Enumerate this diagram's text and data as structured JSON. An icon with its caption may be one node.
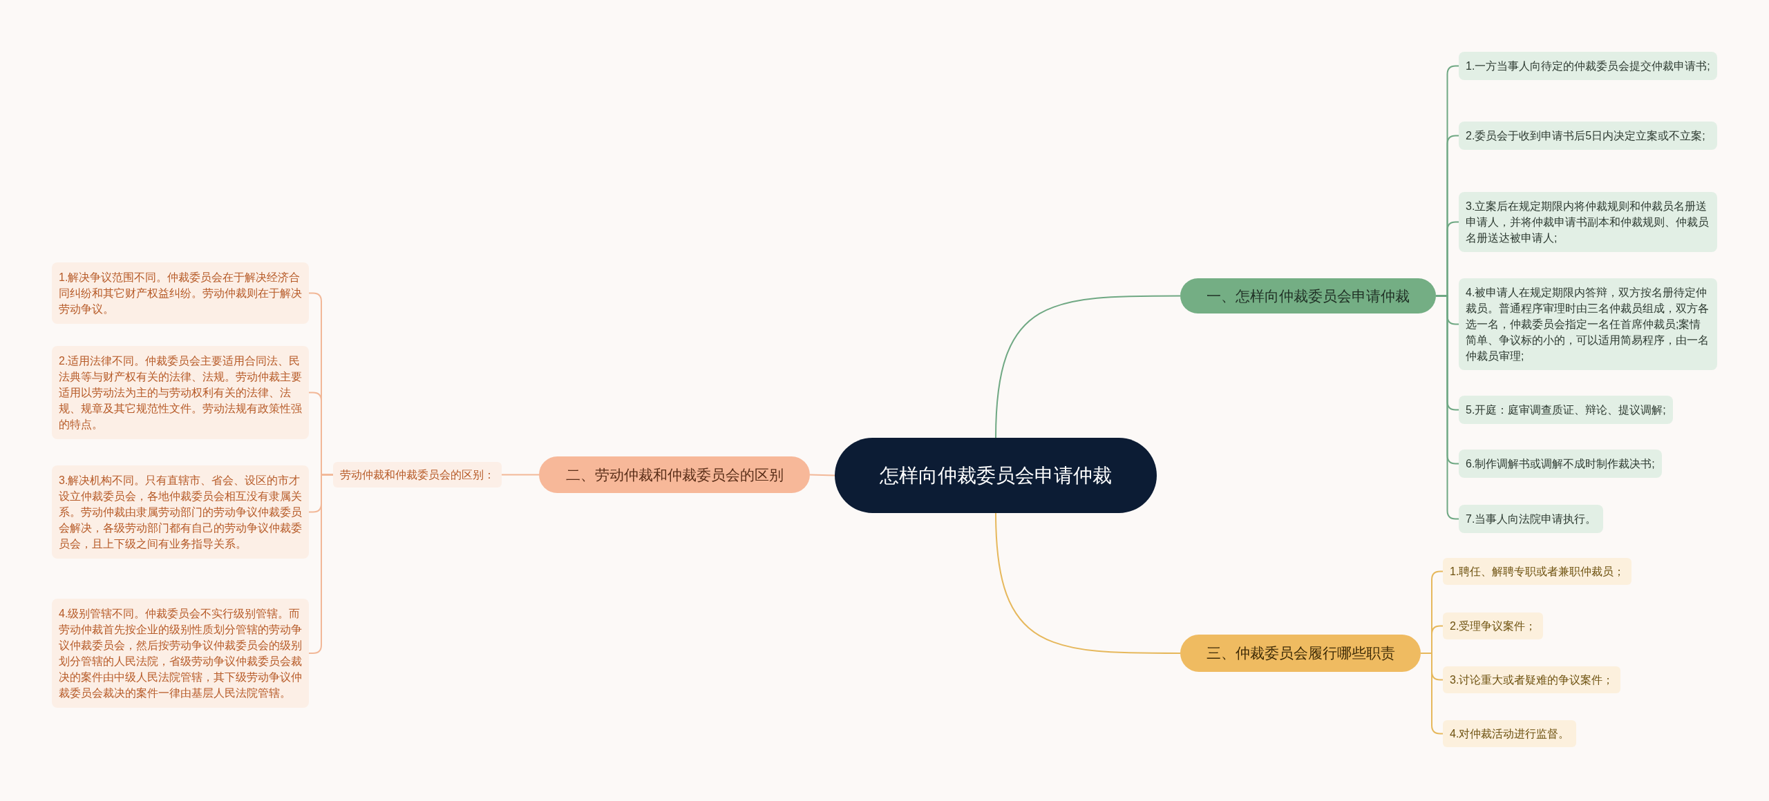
{
  "diagram": {
    "nodes": [
      {
        "text": [
          "怎样向仲裁委员会申请仲裁"
        ]
      },
      {
        "text": [
          "一、怎样向仲裁委员会申请仲裁"
        ]
      },
      {
        "text": [
          "1.一方当事人向待定的仲裁委员会提交仲裁申请书;"
        ]
      },
      {
        "text": [
          "2.委员会于收到申请书后5日内决定立案或不立案;"
        ]
      },
      {
        "text": [
          "3.立案后在规定期限内将仲裁规则和仲裁员名册送申请人，并将仲裁申请书副本和仲裁规则、仲裁员名册送达被申请人;"
        ]
      },
      {
        "text": [
          "4.被申请人在规定期限内答辩，双方按名册待定仲裁员。普通程序审理时由三名仲裁员组成，双方各选一名，仲裁委员会指定一名任首席仲裁员;案情简单、争议标的小的，可以适用简易程序，由一名仲裁员审理;"
        ]
      },
      {
        "text": [
          "5.开庭：庭审调查质证、辩论、提议调解;"
        ]
      },
      {
        "text": [
          "6.制作调解书或调解不成时制作裁决书;"
        ]
      },
      {
        "text": [
          "7.当事人向法院申请执行。"
        ]
      },
      {
        "text": [
          "二、劳动仲裁和仲裁委员会的区别"
        ]
      },
      {
        "text": [
          "劳动仲裁和仲裁委员会的区别："
        ]
      },
      {
        "text": [
          "1.解决争议范围不同。仲裁委员会在于解决经济合同纠纷和其它财产权益纠纷。劳动仲裁则在于解决劳动争议。"
        ]
      },
      {
        "text": [
          "2.适用法律不同。仲裁委员会主要适用合同法、民法典等与财产权有关的法律、法规。劳动仲裁主要适用以劳动法为主的与劳动权利有关的法律、法规、规章及其它规范性文件。劳动法规有政策性强的特点。"
        ]
      },
      {
        "text": [
          "3.解决机构不同。只有直辖市、省会、设区的市才设立仲裁委员会，各地仲裁委员会相互没有隶属关系。劳动仲裁由隶属劳动部门的劳动争议仲裁委员会解决，各级劳动部门都有自己的劳动争议仲裁委员会，且上下级之间有业务指导关系。"
        ]
      },
      {
        "text": [
          "4.级别管辖不同。仲裁委员会不实行级别管辖。而劳动仲裁首先按企业的级别性质划分管辖的劳动争议仲裁委员会，然后按劳动争议仲裁委员会的级别划分管辖的人民法院，省级劳动争议仲裁委员会裁决的案件由中级人民法院管辖，其下级劳动争议仲裁委员会裁决的案件一律由基层人民法院管辖。"
        ]
      },
      {
        "text": [
          "三、仲裁委员会履行哪些职责"
        ]
      },
      {
        "text": [
          "1.聘任、解聘专职或者兼职仲裁员；"
        ]
      },
      {
        "text": [
          "2.受理争议案件；"
        ]
      },
      {
        "text": [
          "3.讨论重大或者疑难的争议案件；"
        ]
      },
      {
        "text": [
          "4.对仲裁活动进行监督。"
        ]
      }
    ],
    "edges": [
      {
        "from": 0,
        "to": 1,
        "arrow": "none",
        "color": "#6fa883"
      },
      {
        "from": 1,
        "to": 2,
        "arrow": "none",
        "color": "#6fa883"
      },
      {
        "from": 1,
        "to": 3,
        "arrow": "none",
        "color": "#6fa883"
      },
      {
        "from": 1,
        "to": 4,
        "arrow": "none",
        "color": "#6fa883"
      },
      {
        "from": 1,
        "to": 5,
        "arrow": "none",
        "color": "#6fa883"
      },
      {
        "from": 1,
        "to": 6,
        "arrow": "none",
        "color": "#6fa883"
      },
      {
        "from": 1,
        "to": 7,
        "arrow": "none",
        "color": "#6fa883"
      },
      {
        "from": 1,
        "to": 8,
        "arrow": "none",
        "color": "#6fa883"
      },
      {
        "from": 0,
        "to": 9,
        "arrow": "none",
        "color": "#f2b898"
      },
      {
        "from": 9,
        "to": 10,
        "arrow": "none",
        "color": "#f2b898"
      },
      {
        "from": 10,
        "to": 11,
        "arrow": "none",
        "color": "#f2b898"
      },
      {
        "from": 10,
        "to": 12,
        "arrow": "none",
        "color": "#f2b898"
      },
      {
        "from": 10,
        "to": 13,
        "arrow": "none",
        "color": "#f2b898"
      },
      {
        "from": 10,
        "to": 14,
        "arrow": "none",
        "color": "#f2b898"
      },
      {
        "from": 0,
        "to": 15,
        "arrow": "none",
        "color": "#e6b85c"
      },
      {
        "from": 15,
        "to": 16,
        "arrow": "none",
        "color": "#e6b85c"
      },
      {
        "from": 15,
        "to": 17,
        "arrow": "none",
        "color": "#e6b85c"
      },
      {
        "from": 15,
        "to": 18,
        "arrow": "none",
        "color": "#e6b85c"
      },
      {
        "from": 15,
        "to": 19,
        "arrow": "none",
        "color": "#e6b85c"
      }
    ]
  }
}
